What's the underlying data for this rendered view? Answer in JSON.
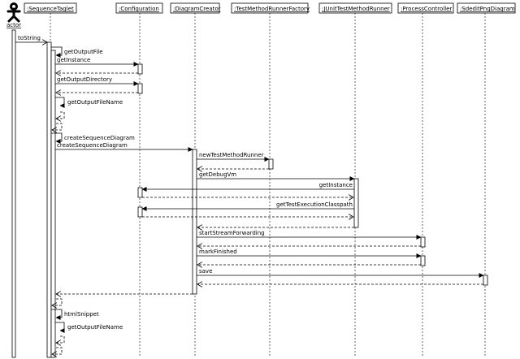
{
  "actor": {
    "label": "actor"
  },
  "objects": [
    {
      "id": "seq",
      "label": ":SequenceTaglet"
    },
    {
      "id": "conf",
      "label": ":Configuration"
    },
    {
      "id": "dc",
      "label": ":DiagramCreator"
    },
    {
      "id": "tmrf",
      "label": ":TestMethodRunnerFactory"
    },
    {
      "id": "jtmr",
      "label": ":JUnitTestMethodRunner"
    },
    {
      "id": "pc",
      "label": ":ProcessController"
    },
    {
      "id": "spd",
      "label": ":SdeditPngDiagram"
    }
  ],
  "messages": [
    {
      "label": "toString"
    },
    {
      "label": "getOutputFile"
    },
    {
      "label": "getInstance"
    },
    {
      "label": "getOutputDirectory"
    },
    {
      "label": "getOutputFileName"
    },
    {
      "label": "createSequenceDiagram"
    },
    {
      "label": "createSequenceDiagram"
    },
    {
      "label": "newTestMethodRunner"
    },
    {
      "label": "getDebugVm"
    },
    {
      "label": "getInstance"
    },
    {
      "label": "getTestExecutionClasspath"
    },
    {
      "label": "startStreamForwarding"
    },
    {
      "label": "markFinished"
    },
    {
      "label": "save"
    },
    {
      "label": "htmlSnippet"
    },
    {
      "label": "getOutputFileName"
    }
  ]
}
